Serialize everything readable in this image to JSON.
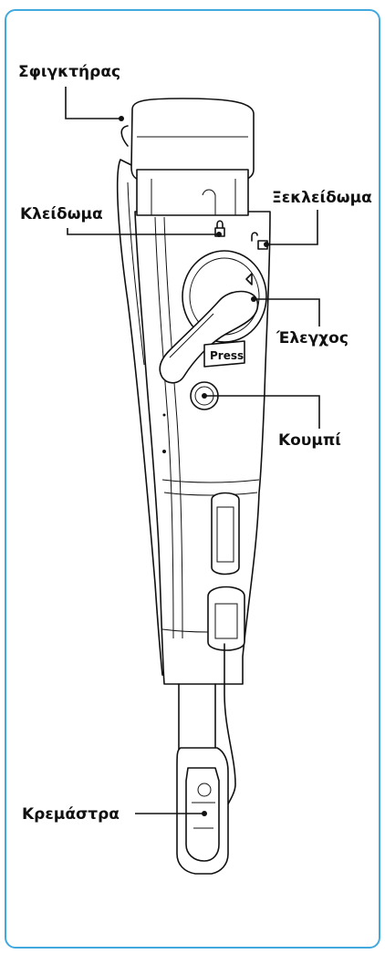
{
  "labels": {
    "clamp": "Σφιγκτήρας",
    "lock": "Κλείδωμα",
    "unlock": "Ξεκλείδωμα",
    "control": "Έλεγχος",
    "button": "Κουμπί",
    "hanger": "Κρεμάστρα"
  },
  "device_text": {
    "press": "Press"
  },
  "colors": {
    "frame_border": "#41a9de",
    "line": "#111111",
    "background": "#ffffff"
  }
}
